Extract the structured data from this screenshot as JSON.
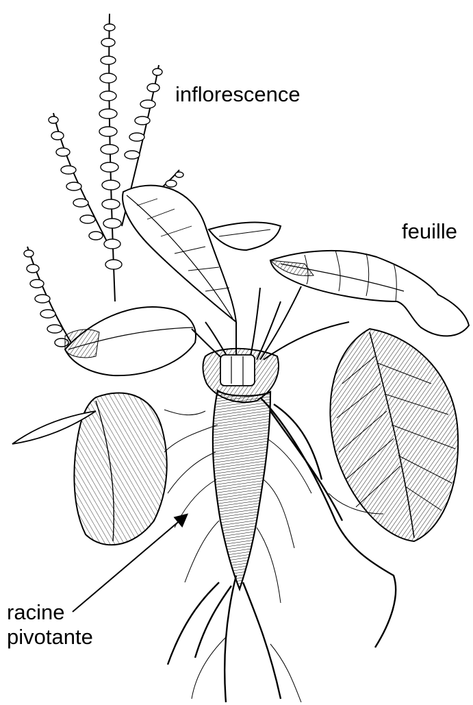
{
  "labels": {
    "inflorescence": "inflorescence",
    "leaf": "feuille",
    "taproot_line1": "racine",
    "taproot_line2": "pivotante"
  },
  "colors": {
    "ink": "#000000",
    "paper": "#ffffff"
  },
  "parts": [
    "inflorescence",
    "leaves",
    "taproot",
    "lateral-roots",
    "root-crown",
    "arrow"
  ]
}
